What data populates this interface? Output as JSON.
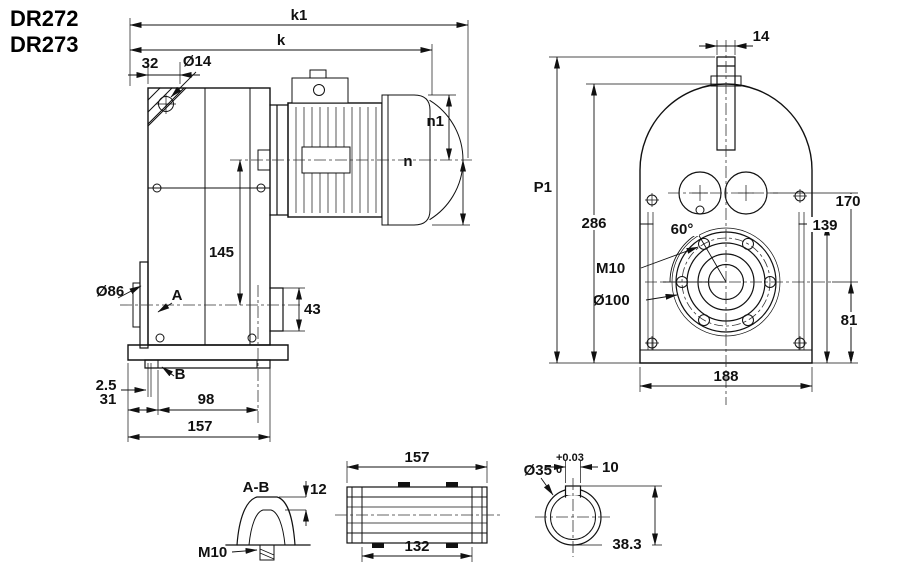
{
  "colors": {
    "ink": "#111111",
    "background": "#ffffff"
  },
  "titles": {
    "line1": "DR272",
    "line2": "DR273"
  },
  "side_view": {
    "k1": "k1",
    "k": "k",
    "w32": "32",
    "d14": "Ø14",
    "n1": "n1",
    "n": "n",
    "h145": "145",
    "h43": "43",
    "d86": "Ø86",
    "markA": "A",
    "markB": "B",
    "t2_5": "2.5",
    "w31": "31",
    "w98": "98",
    "w157": "157"
  },
  "front_view": {
    "w14": "14",
    "p1": "P1",
    "h286": "286",
    "h170": "170",
    "h139": "139",
    "h81": "81",
    "angle60": "60°",
    "m10": "M10",
    "d100": "Ø100",
    "w188": "188"
  },
  "section_ab": {
    "label": "A-B",
    "t12": "12",
    "m10": "M10"
  },
  "bushing": {
    "w157": "157",
    "w132": "132"
  },
  "shaft_end": {
    "d35": "Ø35",
    "tol_plus": "+0.03",
    "tol_zero": "0",
    "w10": "10",
    "h38_3": "38.3"
  }
}
